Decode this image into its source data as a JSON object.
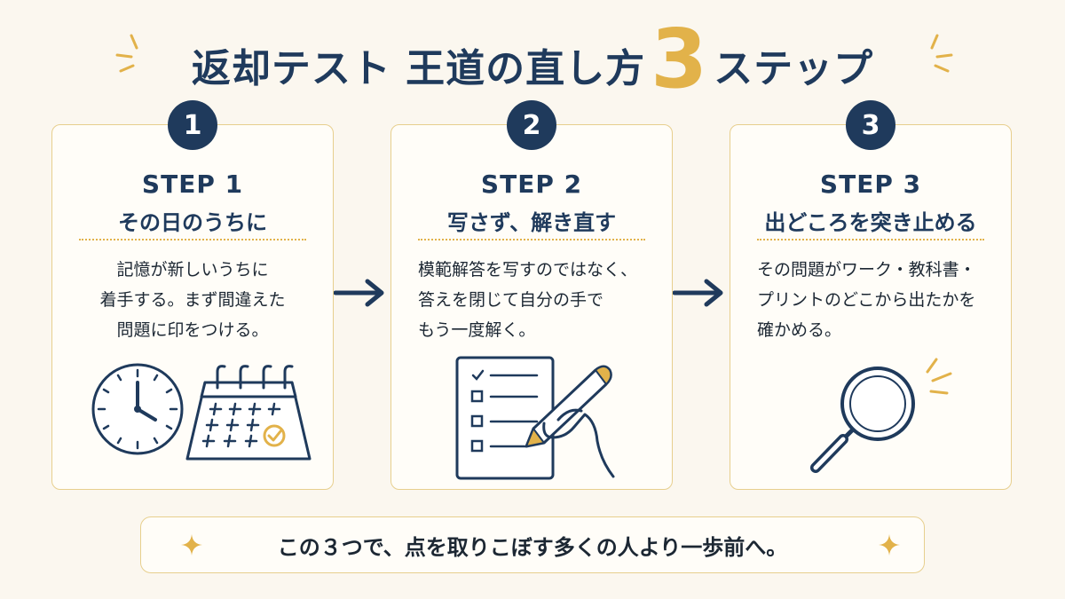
{
  "title": {
    "before": "返却テスト 王道の直し方",
    "number": "3",
    "after": "ステップ"
  },
  "steps": [
    {
      "number": "1",
      "label": "STEP 1",
      "title": "その日のうちに",
      "lines": [
        "記憶が新しいうちに",
        "着手する。まず間違えた",
        "問題に印をつける。"
      ],
      "icons": [
        "clock-icon",
        "calendar-check-icon"
      ]
    },
    {
      "number": "2",
      "label": "STEP 2",
      "title": "写さず、解き直す",
      "lines": [
        "模範解答を写すのではなく、",
        "答えを閉じて自分の手で",
        "もう一度解く。"
      ],
      "icons": [
        "checklist-icon",
        "pencil-hand-icon"
      ]
    },
    {
      "number": "3",
      "label": "STEP 3",
      "title": "出どころを突き止める",
      "lines": [
        "その問題がワーク・教科書・",
        "プリントのどこから出たかを",
        "確かめる。"
      ],
      "icons": [
        "magnifier-icon"
      ]
    }
  ],
  "footer": {
    "text": "この３つで、点を取りこぼす多くの人より一歩前へ。"
  },
  "colors": {
    "navy": "#1f3a5c",
    "gold": "#e2b24a",
    "background": "#fbf7ef"
  }
}
